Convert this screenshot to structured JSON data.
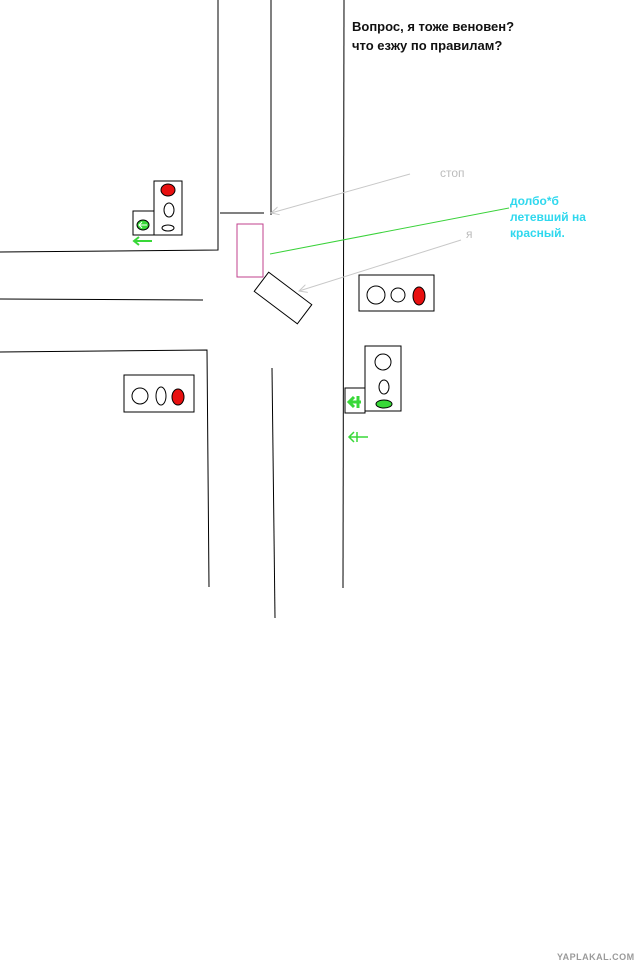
{
  "question": {
    "text": "Вопрос, я тоже веновен?\nчто езжу по правилам?"
  },
  "labels": {
    "stop": "стоп",
    "me": "я",
    "red_runner": "долбо*б\nлетевший на\nкрасный."
  },
  "watermark": "YAPLAKAL.COM",
  "colors": {
    "road_line": "#000000",
    "gray_arrow": "#c8c8c8",
    "green_line": "#3ad23a",
    "cyan_text": "#2fd8ee",
    "car_stopped": "#c0408c",
    "car_me": "#000000",
    "light_red": "#e81010",
    "light_green": "#38d838",
    "arrow_green": "#38d838"
  },
  "traffic_lights": [
    {
      "id": "top-left",
      "orientation": "vertical",
      "active": "red",
      "has_arrow_section": true,
      "arrow_lit": true
    },
    {
      "id": "right-horizontal",
      "orientation": "horizontal",
      "active": "red",
      "has_arrow_section": false
    },
    {
      "id": "left-horizontal",
      "orientation": "horizontal",
      "active": "red",
      "has_arrow_section": false
    },
    {
      "id": "right-vertical",
      "orientation": "vertical",
      "active": "green",
      "has_arrow_section": true,
      "arrow_lit": true
    }
  ],
  "icons": [
    "left-arrow-icon",
    "left-turn-arrow-icon"
  ]
}
